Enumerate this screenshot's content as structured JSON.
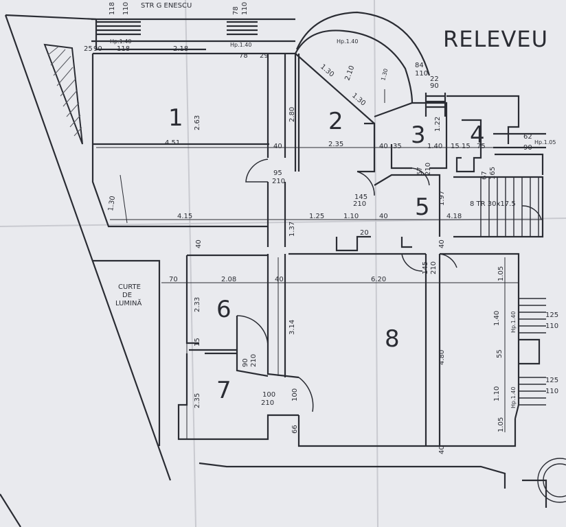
{
  "title": "RELEVEU",
  "street": "STR G ENESCU",
  "courtyard": [
    "CURTE",
    "DE",
    "LUMINĂ"
  ],
  "rooms": [
    "1",
    "2",
    "3",
    "4",
    "5",
    "6",
    "7",
    "8"
  ],
  "dims": {
    "d118": "118",
    "d110": "110",
    "d78": "78",
    "d110b": "110",
    "hp140a": "Hp.1.40",
    "d118b": "118",
    "hp140b": "Hp.1.40",
    "d78b": "78",
    "d29": "29",
    "d25": "25",
    "d90": "90",
    "d218": "2.18",
    "d130a": "1.30",
    "d210": "2.10",
    "d130b": "1.30",
    "d130c": "1.30",
    "hp140c": "Hp.1.40",
    "d84": "84",
    "d110c": "110",
    "d22": "22",
    "d90b": "90",
    "d263": "2.63",
    "d280": "2.80",
    "d451": "4.51",
    "d40a": "40",
    "d235": "2.35",
    "d40b": "40",
    "d35": "35",
    "d140": "1.40",
    "d15a": "15",
    "d15b": "15",
    "d75": "75",
    "d62": "62",
    "d90c": "90",
    "hp105": "Hp.1.05",
    "d122": "1.22",
    "d95": "95",
    "d210a": "210",
    "d67": "67",
    "d210b": "210",
    "d67b": "67",
    "d165": "165",
    "d130d": "1.30",
    "d145": "145",
    "d210c": "210",
    "d197": "1.97",
    "tr": "8 TR 30x17.5",
    "d415": "4.15",
    "d125": "1.25",
    "d110d": "1.10",
    "d40c": "40",
    "d418": "4.18",
    "d137": "1.37",
    "d20": "20",
    "d40d": "40",
    "d40e": "40",
    "d70": "70",
    "d208": "2.08",
    "d40f": "40",
    "d620": "6.20",
    "d105a": "1.05",
    "d233": "2.33",
    "d314": "3.14",
    "d145b": "145",
    "d210d": "210",
    "d140b": "1.40",
    "hp140d": "Hp.1.40",
    "d125b": "125",
    "d110e": "110",
    "d15c": "15",
    "d90d": "90",
    "d210e": "210",
    "d480": "4.80",
    "d55": "55",
    "d235b": "2.35",
    "d100": "100",
    "d210f": "210",
    "d100b": "100",
    "d110f": "1.10",
    "hp140e": "Hp.1.40",
    "d125c": "125",
    "d110g": "110",
    "d66": "66",
    "d105b": "1.05",
    "d40g": "40"
  },
  "colors": {
    "paper": "#e9eaee",
    "ink": "#2a2c33",
    "hatch": "#5a5c63"
  }
}
